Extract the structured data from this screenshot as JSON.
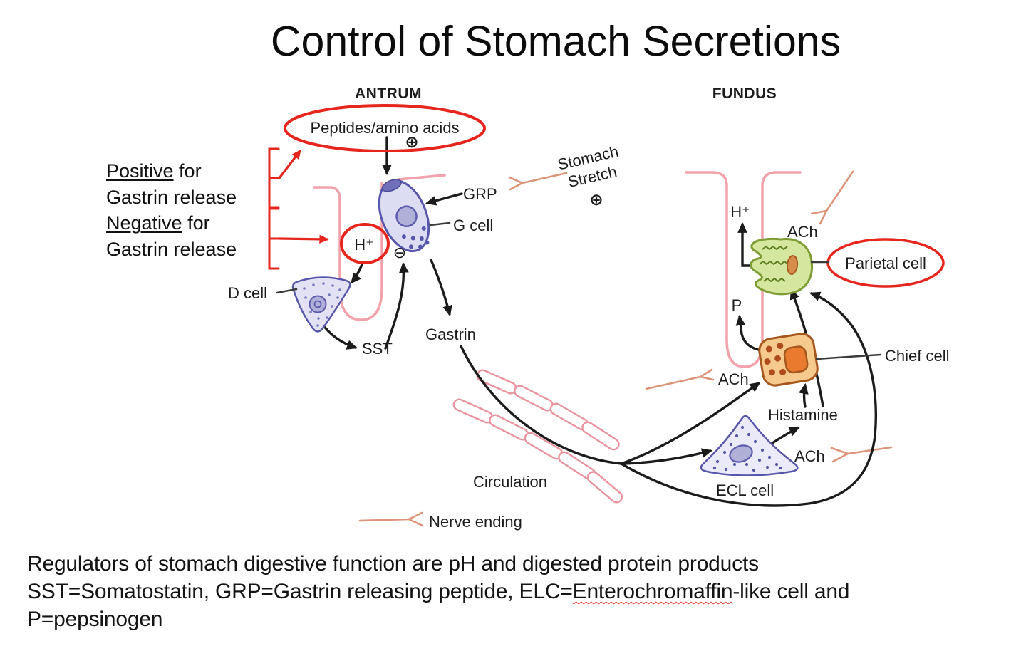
{
  "title": "Control of Stomach Secretions",
  "sections": {
    "antrum": "ANTRUM",
    "fundus": "FUNDUS"
  },
  "legend_left": {
    "positive_word": "Positive",
    "positive_rest": " for",
    "positive_line2": "Gastrin release",
    "negative_word": "Negative",
    "negative_rest": " for",
    "negative_line2": "Gastrin release"
  },
  "symbols": {
    "plus": "⊕",
    "minus": "⊖"
  },
  "labels": {
    "peptides": "Peptides/amino acids",
    "grp": "GRP",
    "g_cell": "G cell",
    "stomach_stretch_line1": "Stomach",
    "stomach_stretch_line2": "Stretch",
    "h_plus_antrum": "H⁺",
    "d_cell": "D cell",
    "sst": "SST",
    "gastrin": "Gastrin",
    "circulation": "Circulation",
    "nerve_ending": "Nerve ending",
    "h_plus_fundus": "H⁺",
    "ach_parietal": "ACh",
    "parietal_cell": "Parietal cell",
    "p": "P",
    "ach_chief": "ACh",
    "chief_cell": "Chief cell",
    "histamine": "Histamine",
    "ach_ecl": "ACh",
    "ecl_cell": "ECL cell"
  },
  "footer": {
    "line1": "Regulators of stomach digestive function are pH and digested protein products",
    "line2_before": "SST=Somatostatin, GRP=Gastrin releasing peptide, ELC=",
    "line2_wavy": "Enterochromaffin",
    "line2_after": "-like cell and",
    "line3": "P=pepsinogen"
  },
  "colors": {
    "red_accent": "#e6251c",
    "gland_pink": "#f2a2aa",
    "nerve_salmon": "#dc9478",
    "cell_blue": "#5656aa",
    "parietal_green": "#7d9c33",
    "chief_orange": "#a5581e",
    "arrow_black": "#1b1b1b"
  }
}
